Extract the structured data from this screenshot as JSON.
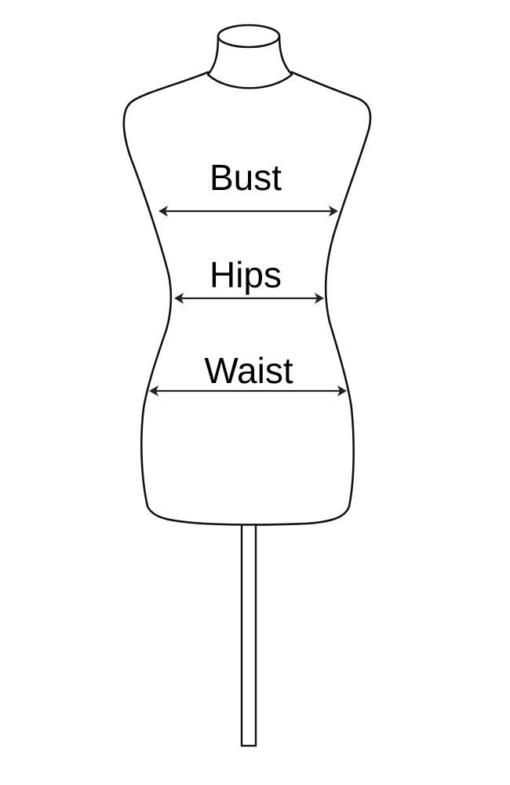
{
  "diagram": {
    "labels": {
      "bust": "Bust",
      "hips": "Hips",
      "waist": "Waist"
    },
    "colors": {
      "outline": "#111111",
      "arrow": "#222222",
      "text": "#000000",
      "background": "#ffffff"
    }
  }
}
